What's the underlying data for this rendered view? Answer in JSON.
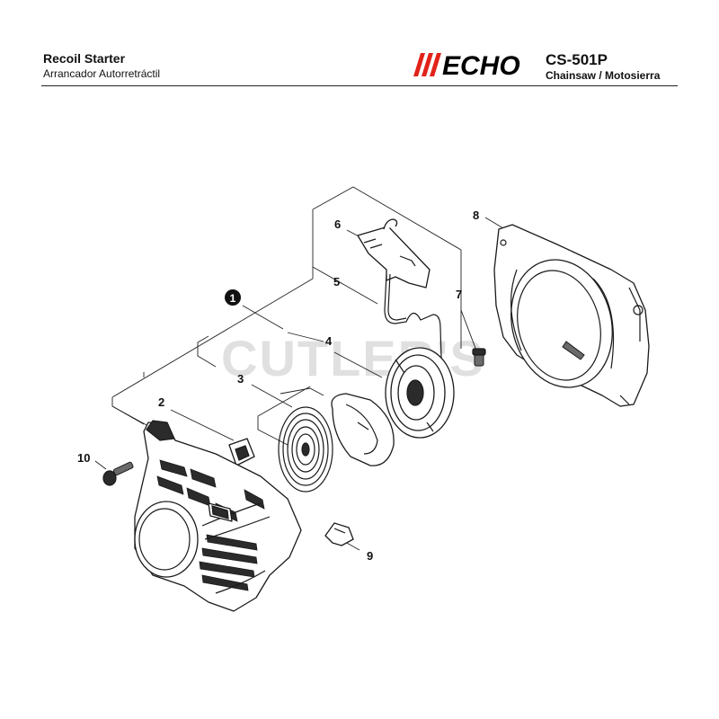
{
  "header": {
    "title": "Recoil Starter",
    "subtitle": "Arrancador Autorretráctil",
    "model": "CS-501P",
    "model_subtitle": "Chainsaw / Motosierra",
    "logo_text": "ECHO",
    "logo_color": "#e2231a"
  },
  "watermark": "CUTLER'S",
  "callouts": [
    "1",
    "2",
    "3",
    "4",
    "5",
    "6",
    "7",
    "8",
    "9",
    "10"
  ]
}
